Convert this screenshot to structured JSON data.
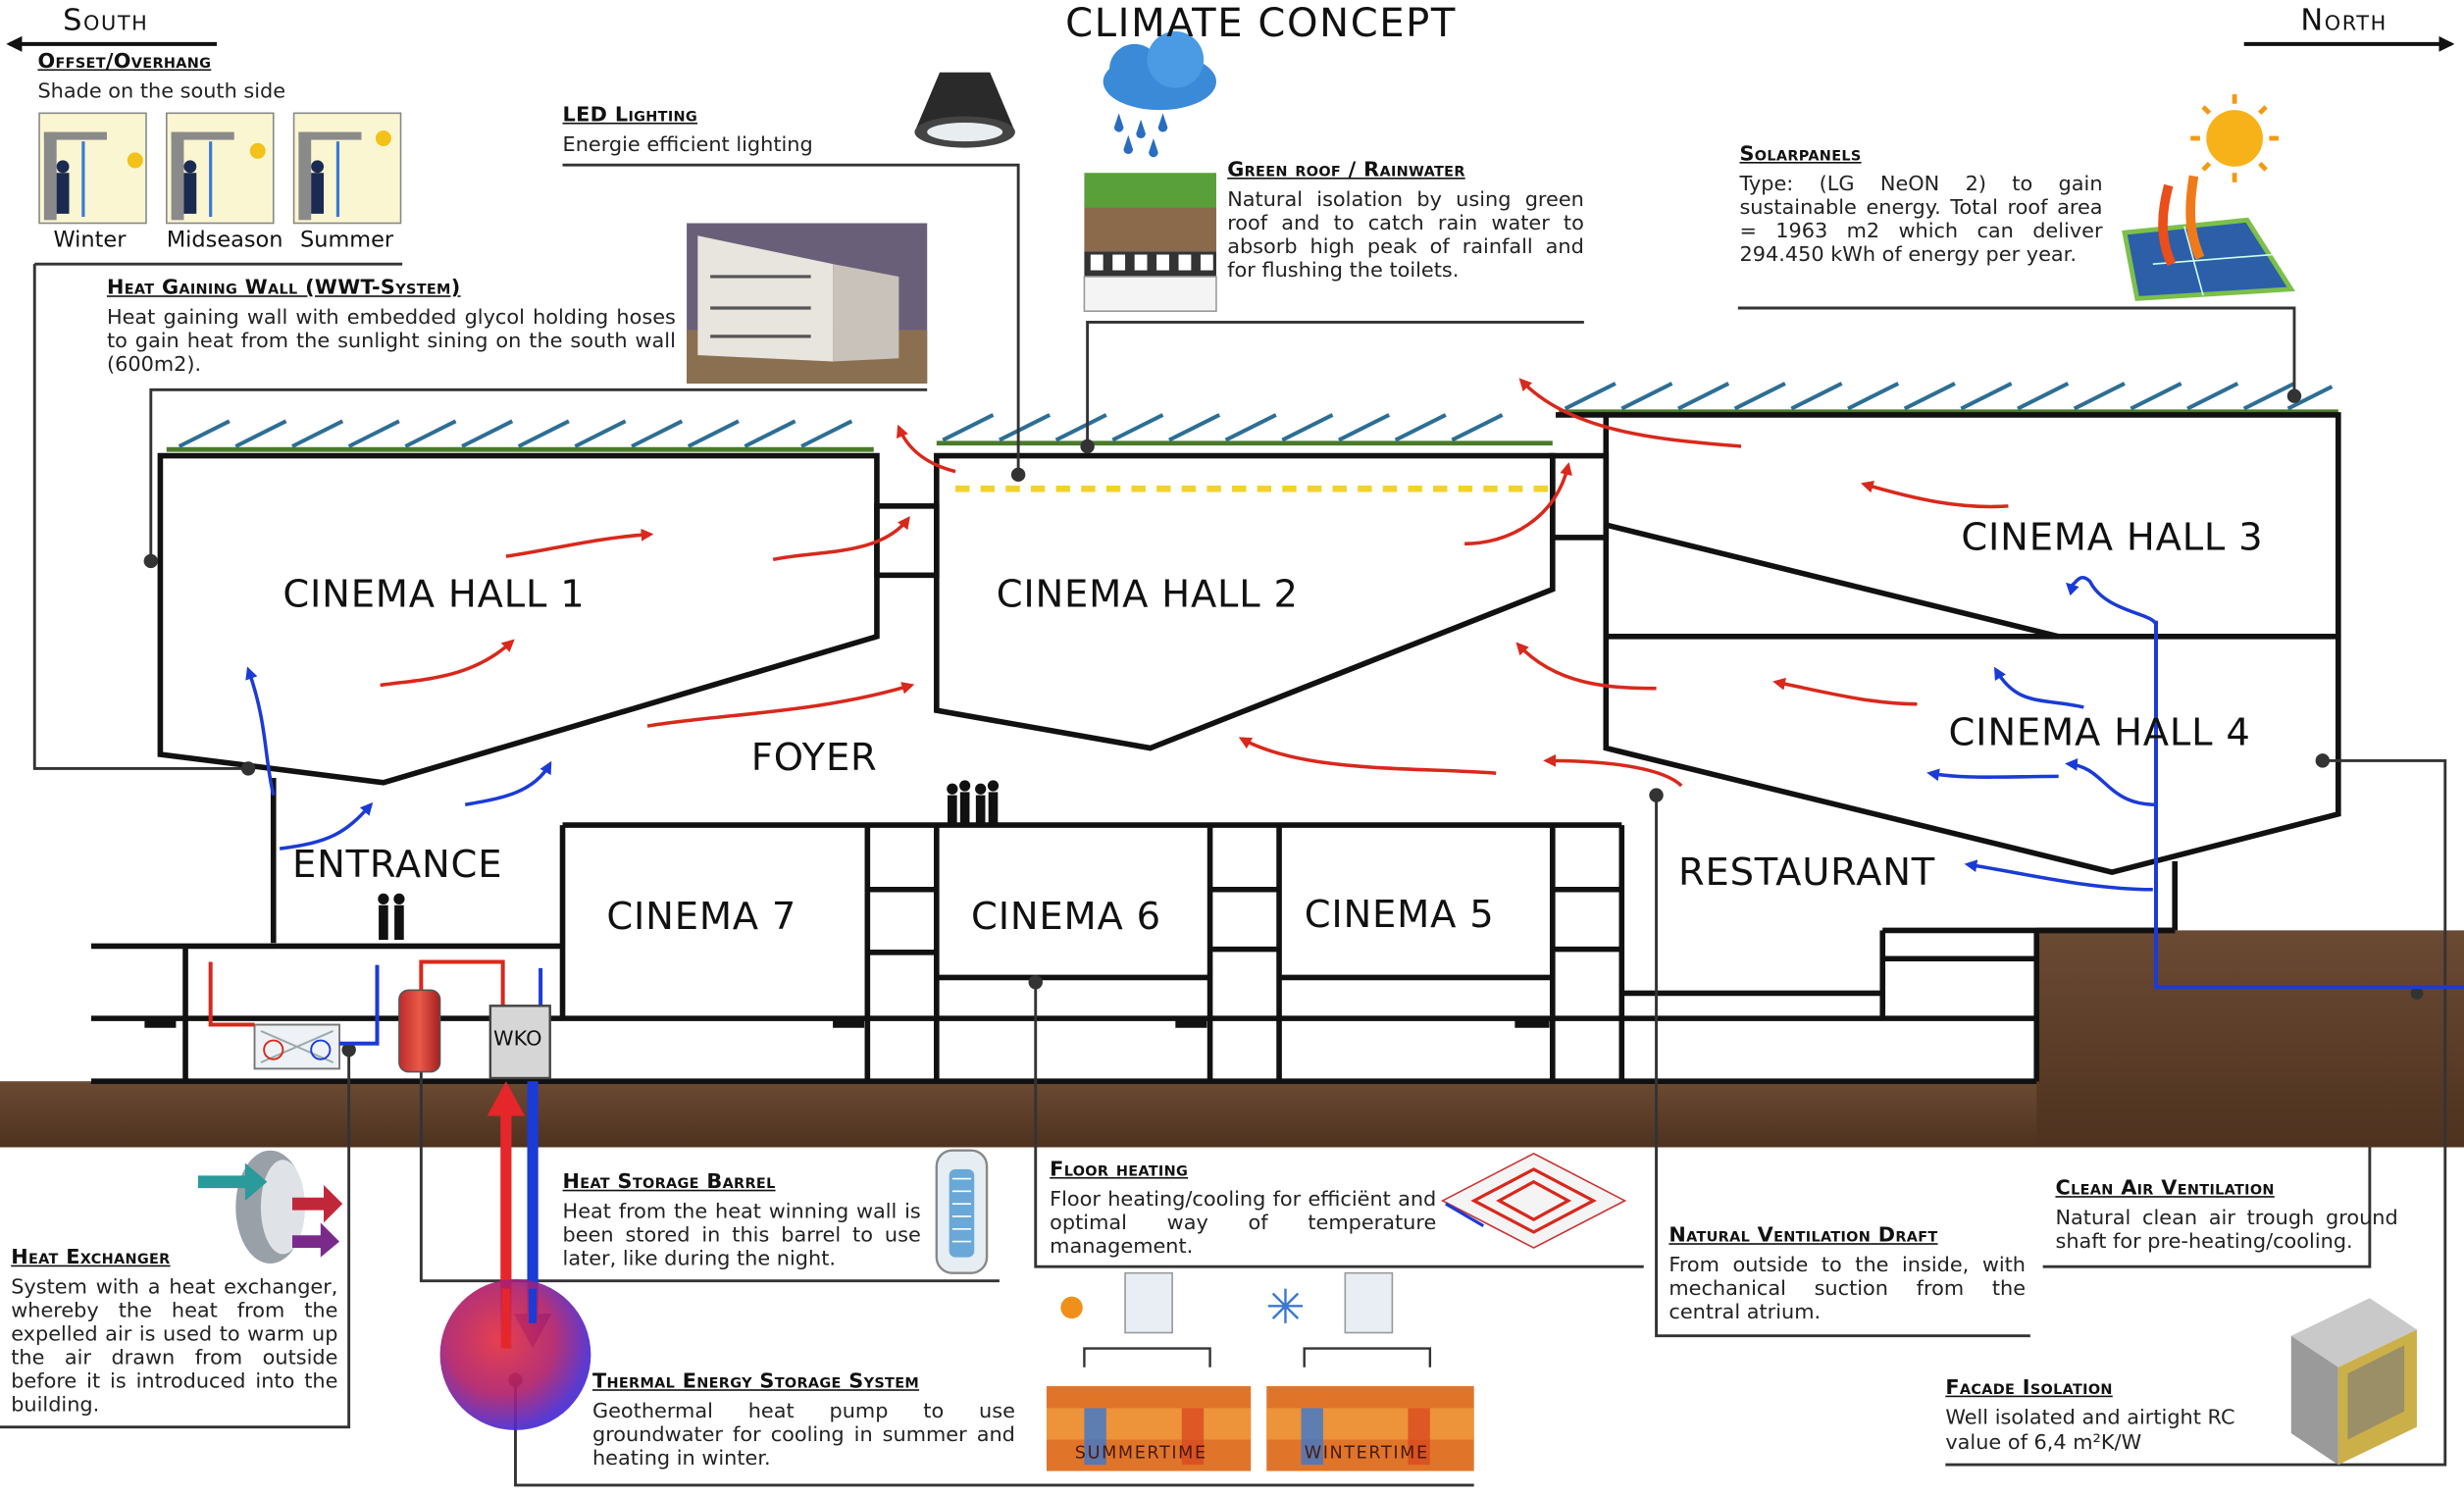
{
  "header": {
    "title": "CLIMATE CONCEPT",
    "left_direction": "South",
    "right_direction": "North"
  },
  "rooms": {
    "cinema_hall_1": "CINEMA HALL 1",
    "cinema_hall_2": "CINEMA HALL 2",
    "cinema_hall_3": "CINEMA HALL 3",
    "cinema_hall_4": "CINEMA HALL 4",
    "foyer": "FOYER",
    "entrance": "ENTRANCE",
    "cinema_7": "CINEMA 7",
    "cinema_6": "CINEMA 6",
    "cinema_5": "CINEMA 5",
    "restaurant": "RESTAURANT",
    "wko": "WKO"
  },
  "annotations": {
    "offset": {
      "title": "Offset/Overhang",
      "text": "Shade on the south side",
      "seasons": [
        "Winter",
        "Midseason",
        "Summer"
      ]
    },
    "led": {
      "title": "LED Lighting",
      "text": "Energie efficient lighting"
    },
    "green_roof": {
      "title": "Green roof / Rainwater",
      "text": "Natural isolation by using green roof and to catch rain water to absorb high peak of rainfall and for flushing the toilets."
    },
    "solar": {
      "title": "Solarpanels",
      "text": "Type: (LG NeON 2) to gain sustainable energy. Total roof area = 1963 m2 which can deliver 294.450 kWh of energy per year."
    },
    "heat_wall": {
      "title": "Heat Gaining Wall (WWT-System)",
      "text": "Heat gaining wall with embedded glycol holding hoses to gain heat from the sunlight sining on the south wall (600m2)."
    },
    "heat_exchanger": {
      "title": "Heat Exchanger",
      "text": "System with a heat exchanger, whereby the heat from the expelled air is used to warm up the air drawn from outside before it is introduced into the building."
    },
    "heat_barrel": {
      "title": "Heat Storage Barrel",
      "text": "Heat from the heat winning wall is been stored in this barrel to use later, like during the night."
    },
    "floor_heating": {
      "title": "Floor heating",
      "text": "Floor heating/cooling for efficiënt and optimal way of temperature management."
    },
    "natural_vent": {
      "title": "Natural Ventilation Draft",
      "text": "From outside to the inside, with mechanical suction from the central atrium."
    },
    "clean_air": {
      "title": "Clean Air Ventilation",
      "text": "Natural clean air trough ground shaft for pre-heating/cooling."
    },
    "thermal": {
      "title": "Thermal Energy Storage System",
      "text": "Geothermal heat pump to use groundwater for cooling in summer and heating in winter.",
      "summer": "SUMMERTIME",
      "winter": "WINTERTIME"
    },
    "facade": {
      "title": "Facade Isolation",
      "text_a": "Well isolated and airtight RC",
      "text_b": "value of 6,4 m²K/W"
    }
  },
  "colors": {
    "warm_air": "#d9281c",
    "cold_air": "#1b3bd6",
    "soil": "#5c3b26",
    "roof_green": "#4a7a2a",
    "solar_blue": "#2d6e95",
    "led_yellow": "#f2d22a",
    "line": "#111111"
  },
  "icons": [
    "arrow-left-icon",
    "arrow-right-icon",
    "rain-cloud-icon",
    "led-lamp-icon",
    "sun-icon",
    "solar-panel-icon",
    "heat-exchanger-icon",
    "storage-barrel-icon",
    "floor-heating-icon",
    "facade-panel-icon",
    "thermal-globe-icon",
    "people-icon"
  ]
}
